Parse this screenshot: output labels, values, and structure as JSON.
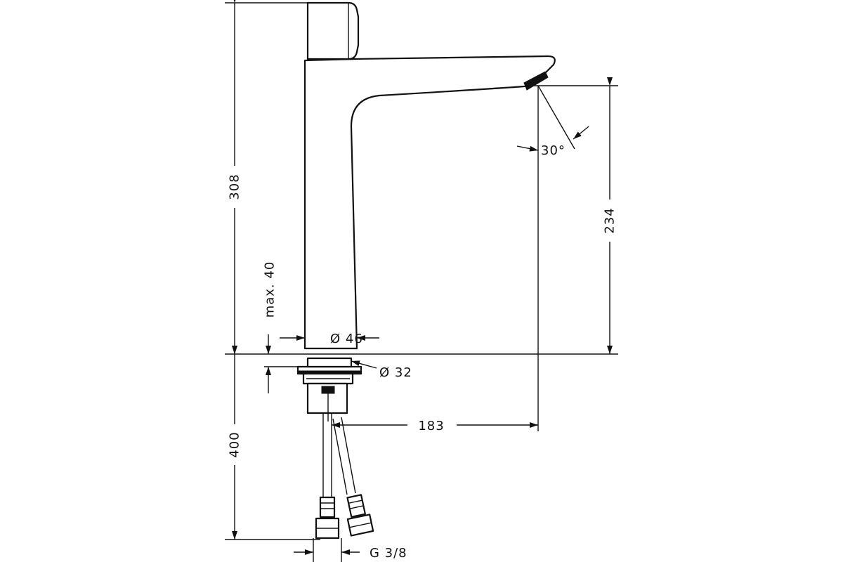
{
  "dimensions": {
    "total_height": "308",
    "spout_height": "234",
    "max_deck_thickness": "max. 40",
    "body_diameter": "Ø  46",
    "shank_diameter": "Ø 32",
    "projection": "183",
    "hose_length": "400",
    "connection_thread": "G  3/8",
    "spray_angle": "30°"
  }
}
